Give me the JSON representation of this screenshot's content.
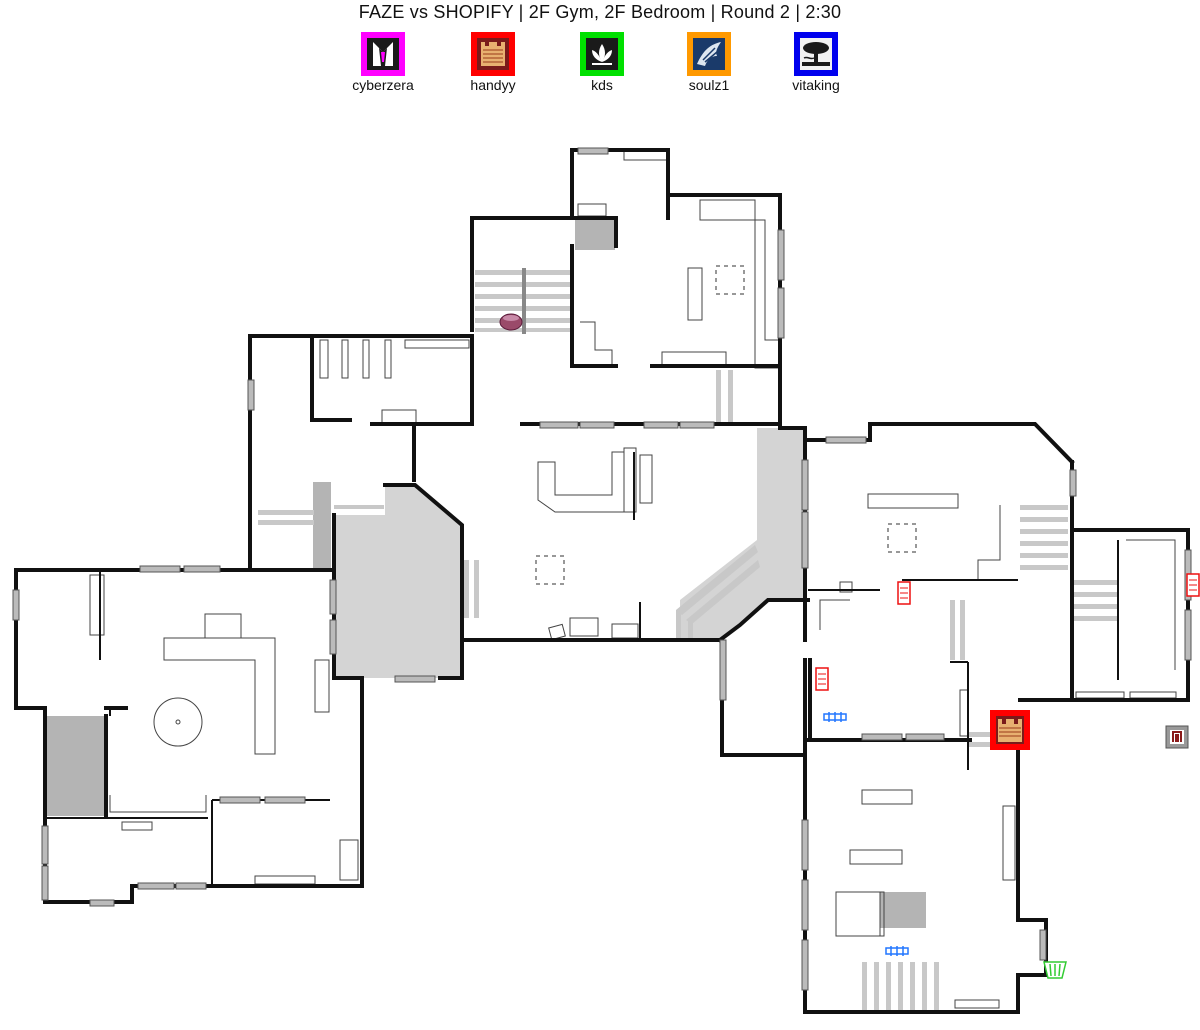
{
  "header": {
    "title": "FAZE vs SHOPIFY  |  2F Gym, 2F Bedroom  |  Round 2  |  2:30"
  },
  "players": [
    {
      "name": "cyberzera",
      "color": "#ff00ff",
      "icon": "suit-operator-icon"
    },
    {
      "name": "handyy",
      "color": "#ff0000",
      "icon": "castle-operator-icon"
    },
    {
      "name": "kds",
      "color": "#00e000",
      "icon": "lotus-operator-icon"
    },
    {
      "name": "soulz1",
      "color": "#ff9900",
      "icon": "wing-operator-icon"
    },
    {
      "name": "vitaking",
      "color": "#0000ee",
      "icon": "tree-operator-icon"
    }
  ],
  "colors": {
    "wall": "#111111",
    "stairs": "#c8c8c8",
    "shaded_room": "#d4d4d4",
    "dark_block": "#b4b4b4",
    "gadget_red": "#ee1111",
    "gadget_blue": "#2277ff",
    "gadget_green": "#33cc33",
    "gadget_purple": "#9a4a6a"
  }
}
